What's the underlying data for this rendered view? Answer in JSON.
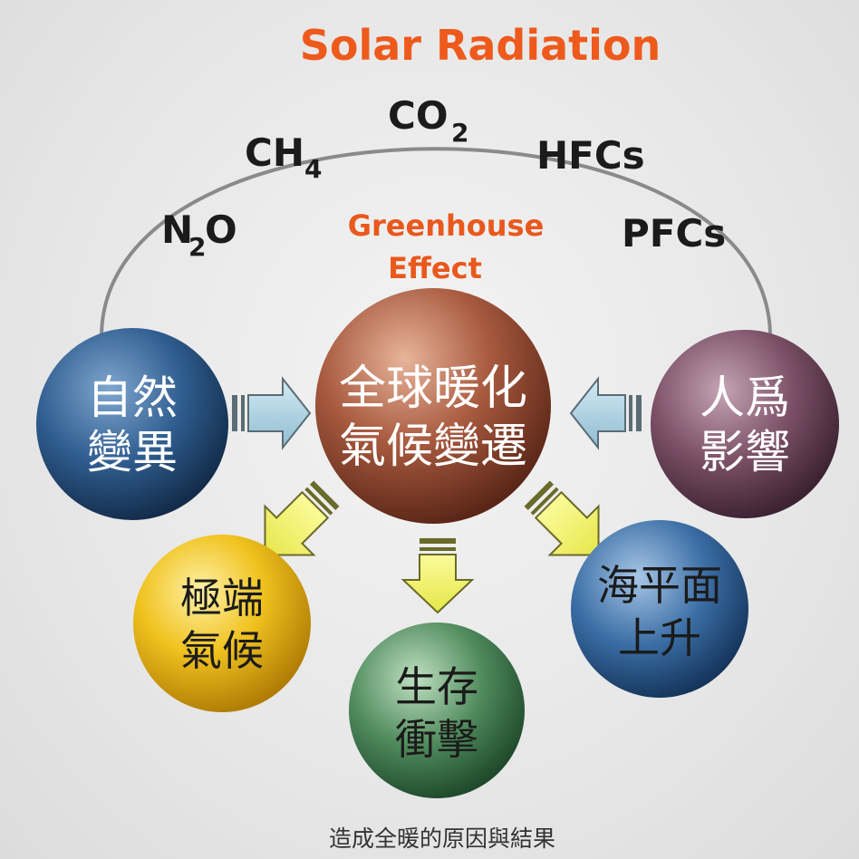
{
  "title": "Solar Radiation",
  "greenhouse": {
    "line1": "Greenhouse",
    "line2": "Effect"
  },
  "gases": {
    "n2o": {
      "a": "N",
      "sub": "2",
      "b": "O"
    },
    "ch4": {
      "a": "CH",
      "sub": "4"
    },
    "co2": {
      "a": "CO",
      "sub": "2"
    },
    "hfcs": "HFCs",
    "pfcs": "PFCs"
  },
  "spheres": {
    "natural": {
      "line1": "自然",
      "line2": "變異"
    },
    "center": {
      "line1": "全球暖化",
      "line2": "氣候變遷"
    },
    "human": {
      "line1": "人爲",
      "line2": "影響"
    },
    "extreme": {
      "line1": "極端",
      "line2": "氣候"
    },
    "survival": {
      "line1": "生存",
      "line2": "衝擊"
    },
    "sealevel": {
      "line1": "海平面",
      "line2": "上升"
    }
  },
  "caption": "造成全暖的原因與結果",
  "colors": {
    "title": "#ee5a1c",
    "natural": "#2f5d8f",
    "center": "#a85a3f",
    "human": "#7a4f66",
    "extreme": "#e8b418",
    "survival": "#4f8a5c",
    "sealevel": "#3b6ea5",
    "arrow_blue": "#a9cfe0",
    "arrow_yellow": "#f2f26a"
  }
}
